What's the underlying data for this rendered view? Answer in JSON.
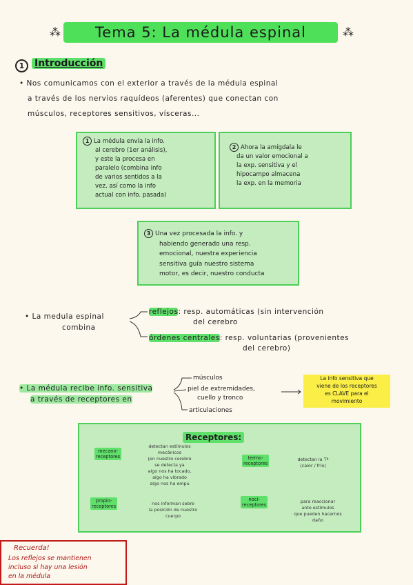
{
  "title": "Tema 5: La médula espinal",
  "intro": {
    "number": "1",
    "heading": "Introducción",
    "line1": "• Nos comunicamos con el exterior a través de la médula espinal",
    "line2": "a través de los nervios raquídeos (aferentes) que conectan con",
    "line3": "músculos, receptores sensitivos, vísceras..."
  },
  "box1": {
    "number": "1",
    "lines": [
      "La médula envía la info.",
      "al cerebro (1er análisis),",
      "y este la procesa en",
      "paralelo (combina info",
      "de varios sentidos a la",
      "vez, así como la info",
      "actual con info. pasada)"
    ]
  },
  "box2": {
    "number": "2",
    "lines": [
      "Ahora la amígdala le",
      "da un valor emocional a",
      "la exp. sensitiva y el",
      "hipocampo almacena",
      "la exp. en la memoria"
    ]
  },
  "box3": {
    "number": "3",
    "lines": [
      "Una vez procesada la info. y",
      "habiendo generado una resp.",
      "emocional, nuestra experiencia",
      "sensitiva guía nuestro sistema",
      "motor, es decir, nuestro conducta"
    ]
  },
  "combina": {
    "left1": "• La medula espinal",
    "left2": "combina",
    "reflejos_label": "reflejos",
    "reflejos_text1": ": resp. automáticas (sin intervención",
    "reflejos_text2": "del cerebro",
    "ordenes_label": "órdenes centrales",
    "ordenes_text1": ": resp. voluntarias (provenientes",
    "ordenes_text2": "del cerebro)"
  },
  "recibe": {
    "left1": "• La médula recibe info. sensitiva",
    "left2": "a través de receptores en",
    "b1": "músculos",
    "b2a": "piel de extremidades,",
    "b2b": "cuello y tronco",
    "b3": "articulaciones",
    "note": [
      "La info sensitiva que",
      "viene de los receptores",
      "es CLAVE para el",
      "movimiento"
    ]
  },
  "receptores": {
    "title": "Receptores:",
    "mecano": {
      "tag1": "mecano-",
      "tag2": "receptores",
      "desc": [
        "detectan estímulos",
        "mecánicos",
        "(en nuestro cerebro",
        "se detecta ya",
        "algo nos ha tocado,",
        "algo ha vibrado",
        "algo nos ha empu"
      ]
    },
    "termo": {
      "tag1": "termo-",
      "tag2": "receptores",
      "desc": [
        "detectan la Tª",
        "(calor / frío)"
      ]
    },
    "propio": {
      "tag1": "propio-",
      "tag2": "receptores",
      "desc": [
        "nos informan sobre",
        "la posición de nuestro",
        "cuerpo"
      ]
    },
    "noci": {
      "tag1": "noci-",
      "tag2": "receptores",
      "desc": [
        "para reaccionar",
        "ante estímulos",
        "que pueden hacernos",
        "daño"
      ]
    }
  },
  "recuerda": {
    "title": "Recuerda!",
    "lines": [
      "Los reflejos se mantienen",
      "incluso si hay una lesión",
      "en la médula"
    ]
  }
}
